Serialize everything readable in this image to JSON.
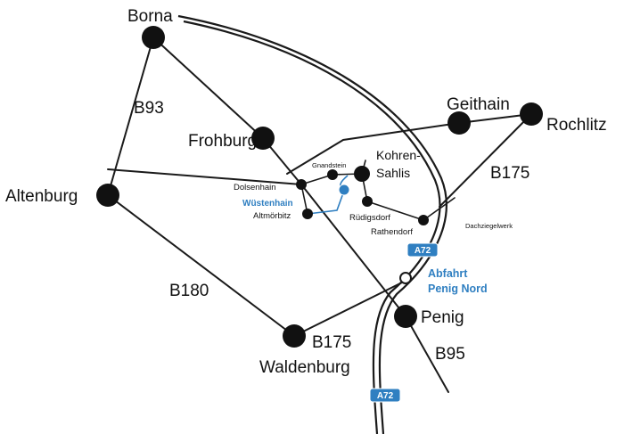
{
  "colors": {
    "ink": "#111111",
    "accent": "#2f7fc1",
    "background": "#ffffff"
  },
  "places": {
    "borna": "Borna",
    "frohburg": "Frohburg",
    "altenburg": "Altenburg",
    "geithain": "Geithain",
    "rochlitz": "Rochlitz",
    "kohren_line1": "Kohren-",
    "kohren_line2": "Sahlis",
    "penig": "Penig",
    "waldenburg": "Waldenburg",
    "gnandstein": "Gnandstein",
    "dolsenhain": "Dolsenhain",
    "wuestenhain": "Wüstenhain",
    "altmoerbitz": "Altmörbitz",
    "ruedigsdorf": "Rüdigsdorf",
    "rathendorf": "Rathendorf",
    "dachziegelwerk": "Dachziegelwerk"
  },
  "roads": {
    "b93": "B93",
    "b175_north": "B175",
    "b175_south": "B175",
    "b180": "B180",
    "b95": "B95"
  },
  "motorway": {
    "shield_north": "A72",
    "shield_south": "A72",
    "exit_line1": "Abfahrt",
    "exit_line2": "Penig Nord"
  }
}
